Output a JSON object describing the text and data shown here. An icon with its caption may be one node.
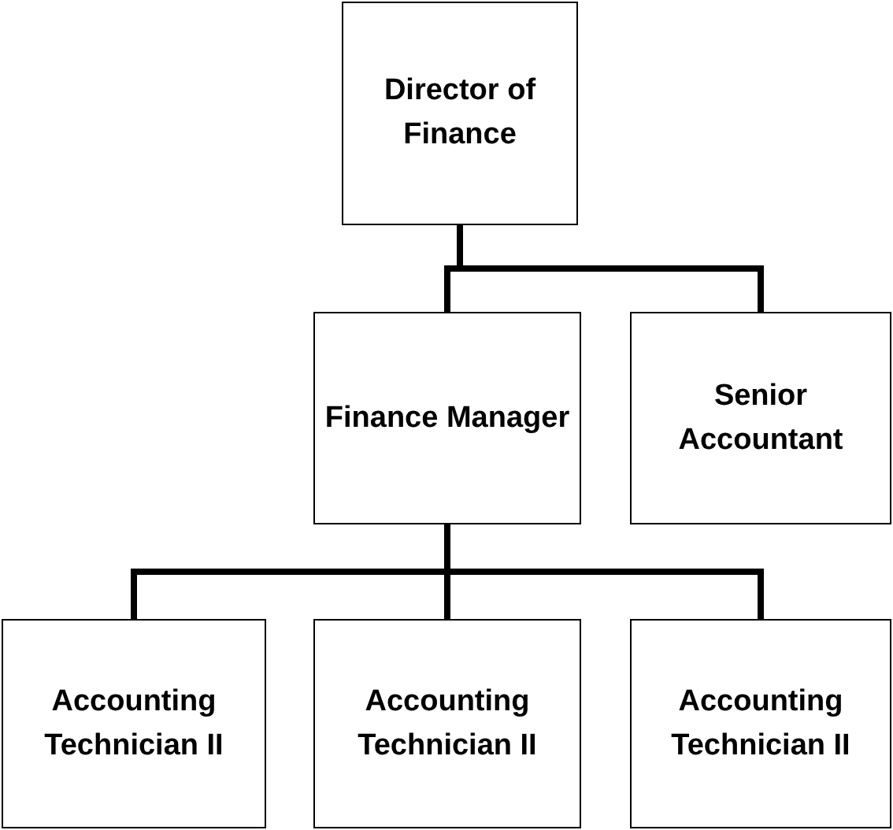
{
  "diagram": {
    "nodes": [
      {
        "text": [
          "Director of Finance"
        ]
      },
      {
        "text": [
          "Finance Manager"
        ]
      },
      {
        "text": [
          "Senior Accountant"
        ]
      },
      {
        "text": [
          "Accounting Technician II"
        ]
      },
      {
        "text": [
          "Accounting Technician II"
        ]
      },
      {
        "text": [
          "Accounting Technician II"
        ]
      }
    ],
    "edges": [
      {
        "from": 0,
        "to": 1,
        "arrow": "none"
      },
      {
        "from": 0,
        "to": 2,
        "arrow": "none"
      },
      {
        "from": 1,
        "to": 3,
        "arrow": "none"
      },
      {
        "from": 1,
        "to": 4,
        "arrow": "none"
      },
      {
        "from": 1,
        "to": 5,
        "arrow": "none"
      }
    ]
  }
}
